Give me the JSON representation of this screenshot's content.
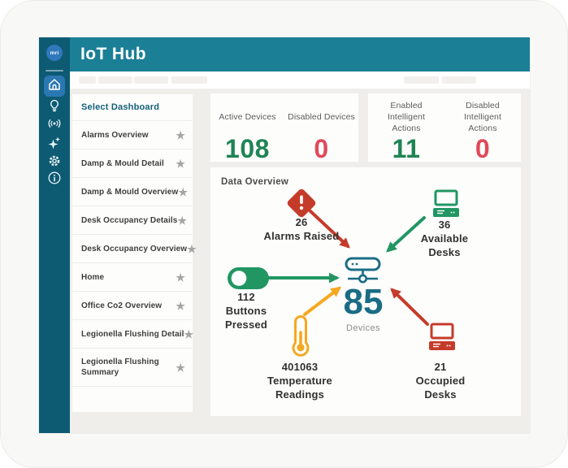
{
  "app": {
    "title": "IoT Hub"
  },
  "brand": {
    "logo_text": "mri"
  },
  "sidebar": {
    "icons": [
      "home",
      "lightbulb",
      "broadcast",
      "sparkles",
      "settings",
      "info"
    ]
  },
  "dashboard": {
    "header": "Select Dashboard",
    "items": [
      "Alarms Overview",
      "Damp & Mould Detail",
      "Damp & Mould Overview",
      "Desk Occupancy Details",
      "Desk Occupancy Overview",
      "Home",
      "Office Co2 Overview",
      "Legionella Flushing Detail",
      "Legionella Flushing Summary"
    ]
  },
  "stats": {
    "cards": [
      {
        "metrics": [
          {
            "label": "Active Devices",
            "value": "108",
            "state": "positive"
          },
          {
            "label": "Disabled Devices",
            "value": "0",
            "state": "negative"
          }
        ]
      },
      {
        "metrics": [
          {
            "label": "Enabled Intelligent Actions",
            "value": "11",
            "state": "positive"
          },
          {
            "label": "Disabled Intelligent Actions",
            "value": "0",
            "state": "negative"
          }
        ]
      }
    ]
  },
  "overview": {
    "title": "Data Overview",
    "center": {
      "value": "85",
      "label": "Devices"
    },
    "nodes": [
      {
        "id": "alarms-raised",
        "value": "26",
        "label": "Alarms Raised",
        "color": "#c53b2a",
        "icon": "alert-diamond-icon"
      },
      {
        "id": "available-desks",
        "value": "36",
        "label": "Available Desks",
        "color": "#219663",
        "icon": "desktop-computer-icon"
      },
      {
        "id": "buttons-pressed",
        "value": "112",
        "label": "Buttons Pressed",
        "color": "#219663",
        "icon": "toggle-icon"
      },
      {
        "id": "temperature-readings",
        "value": "401063",
        "label": "Temperature Readings",
        "color": "#f6a81f",
        "icon": "thermometer-icon"
      },
      {
        "id": "occupied-desks",
        "value": "21",
        "label": "Occupied Desks",
        "color": "#c53b2a",
        "icon": "desktop-computer-icon"
      }
    ]
  },
  "palette": {
    "header_teal": "#1b7f96",
    "sidebar_teal": "#0d5a73",
    "accent_blue": "#2b77b2",
    "positive_green": "#1f8454",
    "negative_red": "#e0495a",
    "icon_red": "#c53b2a",
    "icon_green": "#219663",
    "icon_orange": "#f6a81f",
    "hub_teal": "#1a6c85"
  }
}
